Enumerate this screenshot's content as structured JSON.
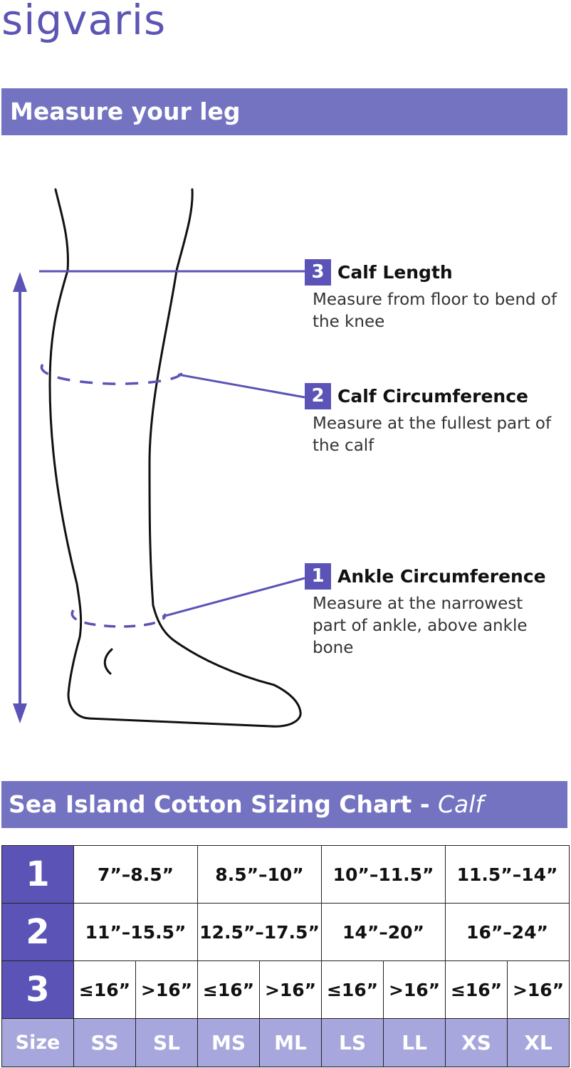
{
  "brand": "sigvaris",
  "measure_section": {
    "title": "Measure your leg",
    "callouts": [
      {
        "number": "3",
        "title": "Calf Length",
        "description": "Measure from floor to bend of the knee"
      },
      {
        "number": "2",
        "title": "Calf Circumference",
        "description": "Measure at the fullest part of the calf"
      },
      {
        "number": "1",
        "title": "Ankle Circumference",
        "description": "Measure at the narrowest part of ankle, above ankle bone"
      }
    ]
  },
  "sizing_section": {
    "title": "Sea Island Cotton Sizing Chart - ",
    "title_italic": "Calf",
    "table": {
      "row1": {
        "label": "1",
        "cells": [
          "7”–8.5”",
          "8.5”–10”",
          "10”–11.5”",
          "11.5”–14”"
        ]
      },
      "row2": {
        "label": "2",
        "cells": [
          "11”–15.5”",
          "12.5”–17.5”",
          "14”–20”",
          "16”–24”"
        ]
      },
      "row3": {
        "label": "3",
        "cells": [
          "≤16”",
          ">16”",
          "≤16”",
          ">16”",
          "≤16”",
          ">16”",
          "≤16”",
          ">16”"
        ]
      },
      "size_row": {
        "label": "Size",
        "cells": [
          "SS",
          "SL",
          "MS",
          "ML",
          "LS",
          "LL",
          "XS",
          "XL"
        ]
      }
    }
  },
  "colors": {
    "accent": "#5b53b6",
    "banner": "#7373c1",
    "size_row": "#a7a7dd"
  }
}
